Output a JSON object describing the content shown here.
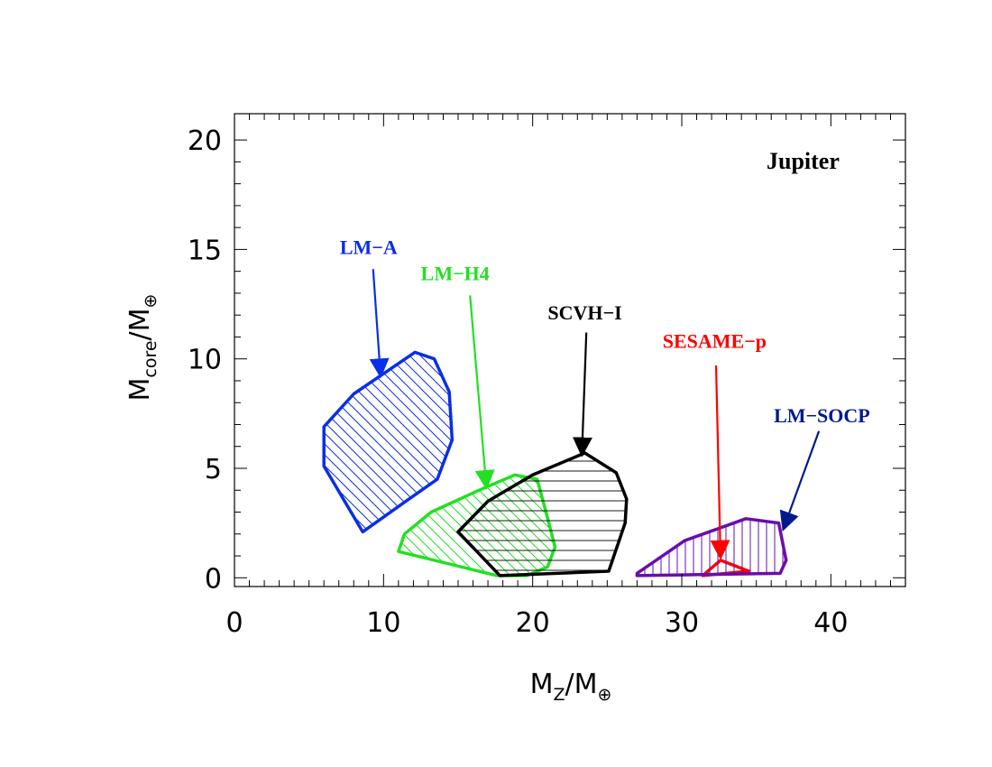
{
  "chart_data": {
    "type": "area",
    "title": "",
    "annotation": "Jupiter",
    "xlabel": {
      "main": "M",
      "sub": "Z",
      "tail": "/M",
      "tail_sub": "⊕"
    },
    "ylabel": {
      "main": "M",
      "sub": "core",
      "tail": "/M",
      "tail_sub": "⊕"
    },
    "xlim": [
      0,
      45
    ],
    "ylim": [
      -0.4,
      21.2
    ],
    "xticks": [
      0,
      10,
      20,
      30,
      40
    ],
    "xtick_labels": [
      "0",
      "10",
      "20",
      "30",
      "40"
    ],
    "yticks": [
      0,
      5,
      10,
      15,
      20
    ],
    "ytick_labels": [
      "0",
      "5",
      "10",
      "15",
      "20"
    ],
    "grid": false,
    "series": [
      {
        "name": "LM−A",
        "color": "#0b2ee6",
        "hatch": "diagonal-down",
        "polygon": [
          [
            8.6,
            2.1
          ],
          [
            6.0,
            5.1
          ],
          [
            6.0,
            6.9
          ],
          [
            8.0,
            8.4
          ],
          [
            12.1,
            10.3
          ],
          [
            13.4,
            10.0
          ],
          [
            14.4,
            8.5
          ],
          [
            14.6,
            6.3
          ],
          [
            13.6,
            4.5
          ],
          [
            11.5,
            3.5
          ],
          [
            8.6,
            2.1
          ]
        ],
        "label_pos": [
          9.0,
          14.8
        ],
        "arrow_from": [
          9.3,
          14.1
        ],
        "arrow_to": [
          9.8,
          9.2
        ]
      },
      {
        "name": "LM−H4",
        "color": "#22e022",
        "hatch": "diagonal-down",
        "polygon": [
          [
            19.6,
            0.1
          ],
          [
            17.6,
            0.1
          ],
          [
            11.0,
            1.2
          ],
          [
            11.4,
            2.0
          ],
          [
            13.2,
            3.0
          ],
          [
            16.4,
            4.0
          ],
          [
            18.8,
            4.7
          ],
          [
            20.3,
            4.5
          ],
          [
            20.9,
            3.0
          ],
          [
            21.5,
            1.4
          ],
          [
            21.0,
            0.5
          ],
          [
            19.6,
            0.1
          ]
        ],
        "label_pos": [
          14.8,
          13.6
        ],
        "arrow_from": [
          15.8,
          12.9
        ],
        "arrow_to": [
          16.9,
          4.1
        ]
      },
      {
        "name": "SCVH−I",
        "color": "#000000",
        "hatch": "horizontal",
        "polygon": [
          [
            17.8,
            0.1
          ],
          [
            25.1,
            0.3
          ],
          [
            26.2,
            2.5
          ],
          [
            26.3,
            3.6
          ],
          [
            25.6,
            4.8
          ],
          [
            23.5,
            5.7
          ],
          [
            20.0,
            4.7
          ],
          [
            17.0,
            3.5
          ],
          [
            15.0,
            2.1
          ],
          [
            17.8,
            0.1
          ]
        ],
        "label_pos": [
          23.5,
          11.8
        ],
        "arrow_from": [
          23.6,
          11.2
        ],
        "arrow_to": [
          23.3,
          5.6
        ]
      },
      {
        "name": "SESAME−p",
        "color": "#ff0000",
        "hatch": "none",
        "polygon": [
          [
            31.4,
            0.1
          ],
          [
            34.5,
            0.3
          ],
          [
            32.6,
            0.8
          ],
          [
            31.4,
            0.1
          ]
        ],
        "label_pos": [
          32.2,
          10.5
        ],
        "arrow_from": [
          32.3,
          9.7
        ],
        "arrow_to": [
          32.6,
          0.9
        ]
      },
      {
        "name": "LM−SOCP",
        "color": "#001a8c",
        "hatch": "vertical",
        "polygon": [
          [
            27.0,
            0.1
          ],
          [
            36.6,
            0.2
          ],
          [
            37.0,
            0.8
          ],
          [
            36.5,
            2.5
          ],
          [
            34.3,
            2.7
          ],
          [
            30.2,
            1.7
          ],
          [
            27.0,
            0.2
          ],
          [
            27.0,
            0.1
          ]
        ],
        "label_pos": [
          39.4,
          7.1
        ],
        "arrow_from": [
          39.2,
          6.7
        ],
        "arrow_to": [
          36.8,
          2.2
        ],
        "outline_color": "#6a0dad"
      }
    ]
  }
}
